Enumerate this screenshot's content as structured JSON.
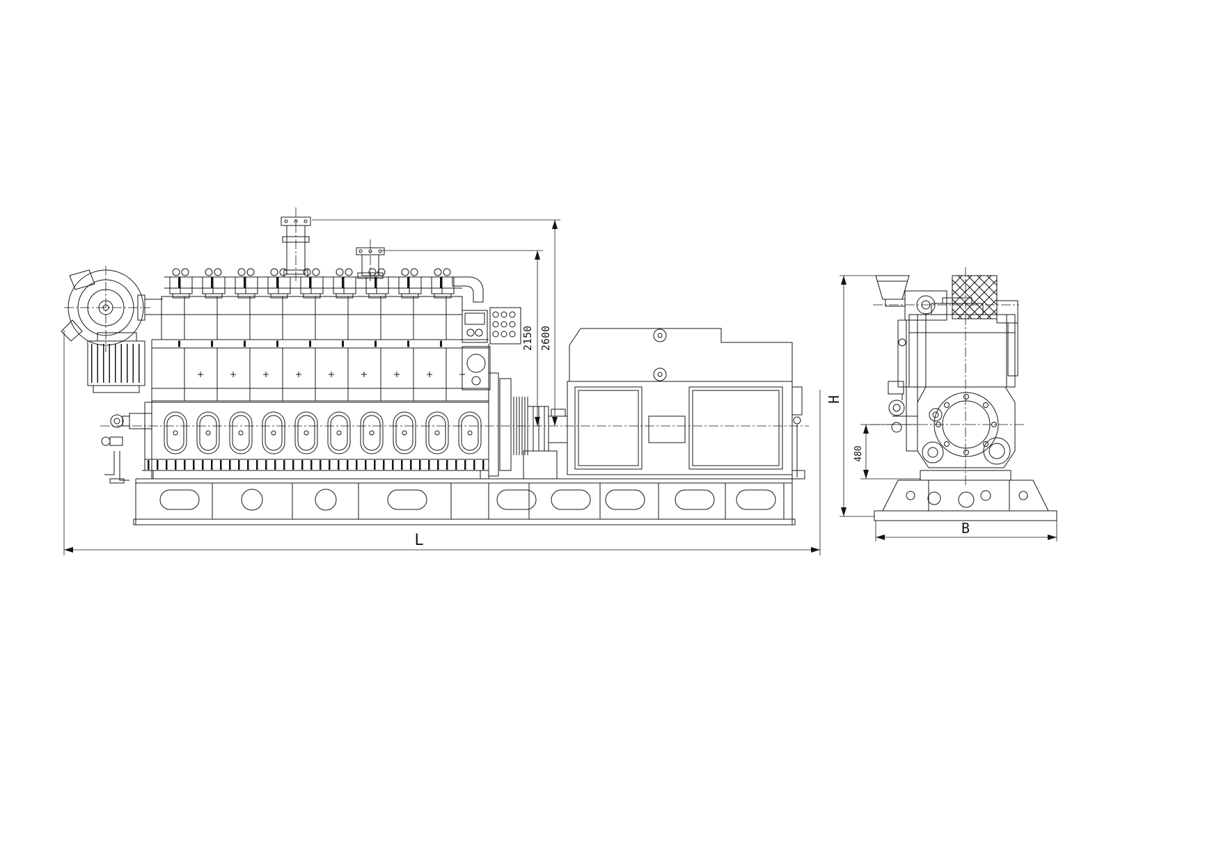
{
  "background": "#ffffff",
  "line_color": "#141414",
  "labels": {
    "dim_2150": "2150",
    "dim_2600": "2600",
    "dim_length": "L",
    "dim_width": "B",
    "dim_height": "H",
    "dim_480": "480"
  }
}
